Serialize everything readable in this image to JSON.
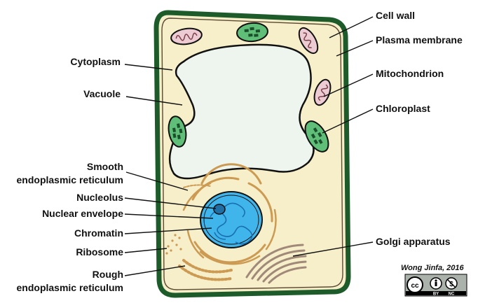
{
  "labels_left": [
    {
      "id": "cytoplasm",
      "lines": [
        "Cytoplasm"
      ]
    },
    {
      "id": "vacuole",
      "lines": [
        "Vacuole"
      ]
    },
    {
      "id": "smooth-er",
      "lines": [
        "Smooth",
        "endoplasmic reticulum"
      ]
    },
    {
      "id": "nucleolus",
      "lines": [
        "Nucleolus"
      ]
    },
    {
      "id": "nuclear-envelope",
      "lines": [
        "Nuclear envelope"
      ]
    },
    {
      "id": "chromatin",
      "lines": [
        "Chromatin"
      ]
    },
    {
      "id": "ribosome",
      "lines": [
        "Ribosome"
      ]
    },
    {
      "id": "rough-er",
      "lines": [
        "Rough",
        "endoplasmic reticulum"
      ]
    }
  ],
  "labels_right": [
    {
      "id": "cell-wall",
      "lines": [
        "Cell wall"
      ]
    },
    {
      "id": "plasma-membrane",
      "lines": [
        "Plasma membrane"
      ]
    },
    {
      "id": "mitochondrion",
      "lines": [
        "Mitochondrion"
      ]
    },
    {
      "id": "chloroplast",
      "lines": [
        "Chloroplast"
      ]
    },
    {
      "id": "golgi-apparatus",
      "lines": [
        "Golgi apparatus"
      ]
    }
  ],
  "credit": "Wong Jinfa, 2016",
  "license": {
    "icon": "cc-by-nc-badge",
    "by": "BY",
    "nc": "NC"
  },
  "colors": {
    "cell_wall": "#1e5b2a",
    "cytoplasm": "#f6efc9",
    "vacuole": "#eef5ee",
    "nucleus_fill": "#3fb5ec",
    "chromatin": "#1a6fb0",
    "mitochondrion": "#eccbd2",
    "chloroplast": "#5fbe77",
    "er": "#cc9a52",
    "golgi": "#a08978"
  }
}
